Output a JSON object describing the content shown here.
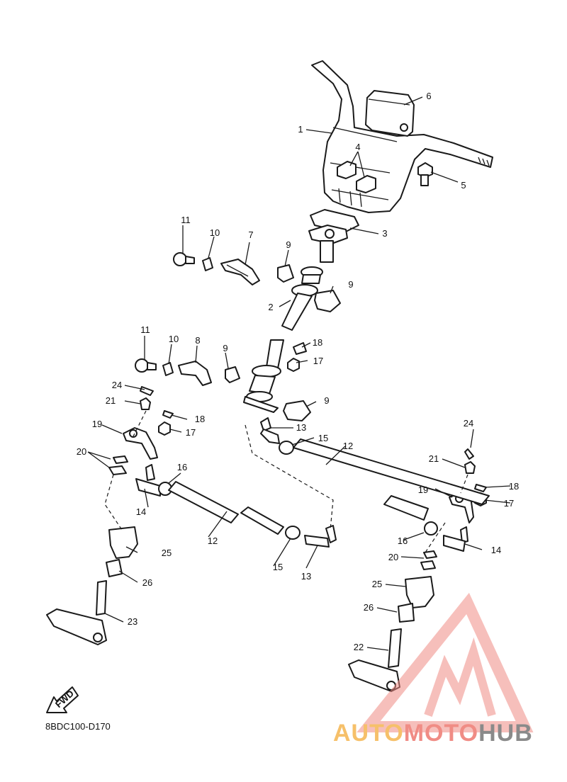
{
  "figure": {
    "code": "8BDC100-D170",
    "fwd_label": "FWD"
  },
  "watermark": {
    "part1": "AUTO",
    "part2": "MOTO",
    "part3": "HUB",
    "color_primary": "#f08c85",
    "color_accent": "#f6c06a",
    "color_grey": "#8a8a8a"
  },
  "callouts": [
    {
      "n": "1"
    },
    {
      "n": "2"
    },
    {
      "n": "3"
    },
    {
      "n": "4"
    },
    {
      "n": "5"
    },
    {
      "n": "6"
    },
    {
      "n": "7"
    },
    {
      "n": "8"
    },
    {
      "n": "9"
    },
    {
      "n": "9"
    },
    {
      "n": "9"
    },
    {
      "n": "9"
    },
    {
      "n": "10"
    },
    {
      "n": "10"
    },
    {
      "n": "11"
    },
    {
      "n": "11"
    },
    {
      "n": "12"
    },
    {
      "n": "12"
    },
    {
      "n": "13"
    },
    {
      "n": "13"
    },
    {
      "n": "14"
    },
    {
      "n": "14"
    },
    {
      "n": "15"
    },
    {
      "n": "15"
    },
    {
      "n": "16"
    },
    {
      "n": "16"
    },
    {
      "n": "17"
    },
    {
      "n": "17"
    },
    {
      "n": "17"
    },
    {
      "n": "18"
    },
    {
      "n": "18"
    },
    {
      "n": "18"
    },
    {
      "n": "19"
    },
    {
      "n": "19"
    },
    {
      "n": "20"
    },
    {
      "n": "20"
    },
    {
      "n": "21"
    },
    {
      "n": "21"
    },
    {
      "n": "22"
    },
    {
      "n": "23"
    },
    {
      "n": "24"
    },
    {
      "n": "24"
    },
    {
      "n": "25"
    },
    {
      "n": "25"
    },
    {
      "n": "26"
    },
    {
      "n": "26"
    }
  ]
}
